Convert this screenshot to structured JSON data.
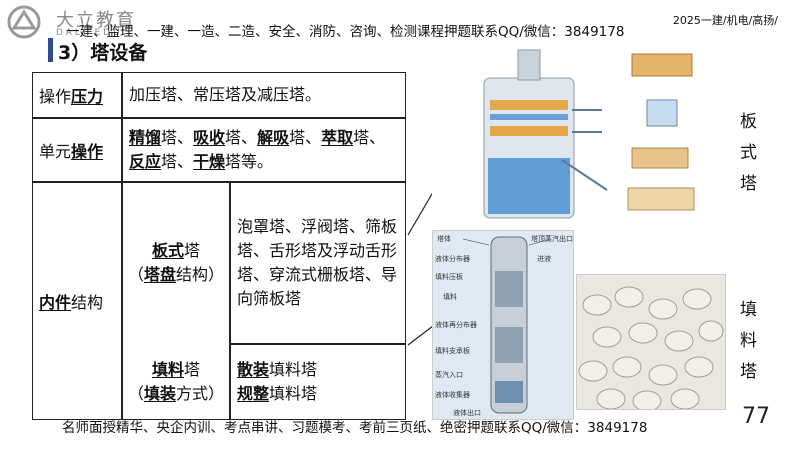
{
  "logo": {
    "cn": "大立教育",
    "en": "DALI EDU"
  },
  "top_banner": "一建、监理、一建、一造、二造、安全、消防、咨询、检测课程押题联系QQ/微信：3849178",
  "top_right": "2025一建/机电/高扬/",
  "section_title": "3）塔设备",
  "table": {
    "row1": {
      "label_pre": "操作",
      "label_u": "压力",
      "value": "加压塔、常压塔及减压塔。"
    },
    "row2": {
      "label_pre": "单元",
      "label_u": "操作",
      "items": [
        "精馏",
        "塔、",
        "吸收",
        "塔、",
        "解吸",
        "塔、",
        "萃取",
        "塔、",
        "反应",
        "塔、",
        "干燥",
        "塔等。"
      ]
    },
    "row3": {
      "label_u": "内件",
      "label_post": "结构",
      "plate": {
        "name_u": "板式",
        "name_post": "塔",
        "sub_pre": "（",
        "sub_u": "塔盘",
        "sub_post": "结构）",
        "desc": "泡罩塔、浮阀塔、筛板塔、舌形塔及浮动舌形塔、穿流式栅板塔、导向筛板塔"
      },
      "packed": {
        "name_u": "填料",
        "name_post": "塔",
        "sub_pre": "（",
        "sub_u": "填装",
        "sub_post": "方式）",
        "line1_u": "散装",
        "line1_post": "填料塔",
        "line2_u": "规整",
        "line2_post": "填料塔"
      }
    }
  },
  "side_labels": {
    "plate": "板式塔",
    "packed": "填料塔"
  },
  "diagram_labels": {
    "packed_tower": [
      "塔体",
      "塔顶蒸汽出口",
      "液体分布器",
      "进液",
      "填料压板",
      "填料",
      "液体再分布器",
      "填料支承板",
      "蒸汽入口",
      "液体收集器",
      "液体出口"
    ]
  },
  "footer": "名师面授精华、央企内训、考点串讲、习题模考、考前三页纸、绝密押题联系QQ/微信：3849178",
  "page_number": "77"
}
